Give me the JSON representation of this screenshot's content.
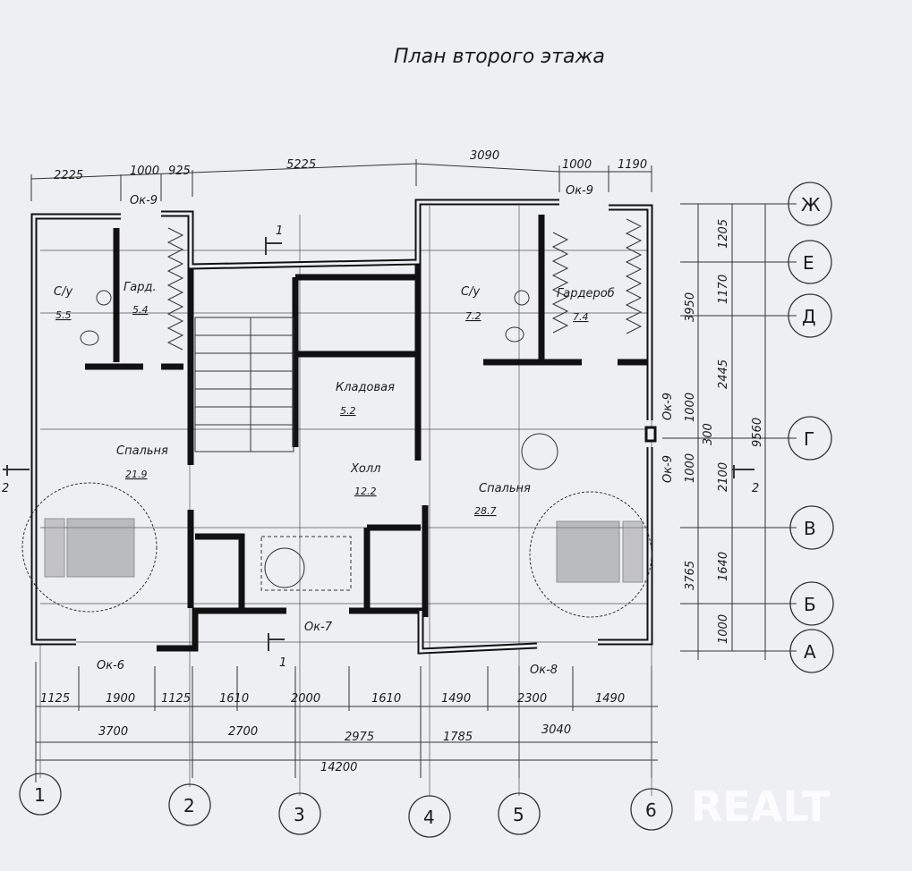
{
  "title": "План второго этажа",
  "top_dimensions": [
    "2225",
    "1000",
    "925",
    "5225",
    "3090",
    "1000",
    "1190"
  ],
  "right_dimensions": {
    "outer": [
      "3950",
      "1000",
      "300",
      "1000",
      "3765"
    ],
    "inner": [
      "1205",
      "1170",
      "2445",
      "2100",
      "1640",
      "1000"
    ],
    "total": "9560"
  },
  "bottom_dimensions": {
    "row1": [
      "1125",
      "1900",
      "1125",
      "1610",
      "2000",
      "1610",
      "1490",
      "2300",
      "1490"
    ],
    "row2": [
      "3700",
      "2700",
      "2975",
      "1785",
      "3040"
    ],
    "total": "14200"
  },
  "axes_horizontal": [
    "1",
    "2",
    "3",
    "4",
    "5",
    "6"
  ],
  "axes_vertical": [
    "Ж",
    "Е",
    "Д",
    "Г",
    "В",
    "Б",
    "А"
  ],
  "rooms": [
    {
      "name": "С/у",
      "area": "5.5"
    },
    {
      "name": "Гард.",
      "area": "5.4"
    },
    {
      "name": "Кладовая",
      "area": "5.2"
    },
    {
      "name": "Спальня",
      "area": "21.9"
    },
    {
      "name": "Холл",
      "area": "12.2"
    },
    {
      "name": "С/у",
      "area": "7.2"
    },
    {
      "name": "Гардероб",
      "area": "7.4"
    },
    {
      "name": "Спальня",
      "area": "28.7"
    }
  ],
  "windows": [
    "Ок-9",
    "Ок-9",
    "Ок-9",
    "Ок-9",
    "Ок-7",
    "Ок-6",
    "Ок-8"
  ],
  "section_marks": [
    "1",
    "1",
    "2",
    "2"
  ],
  "watermark": "REALT"
}
